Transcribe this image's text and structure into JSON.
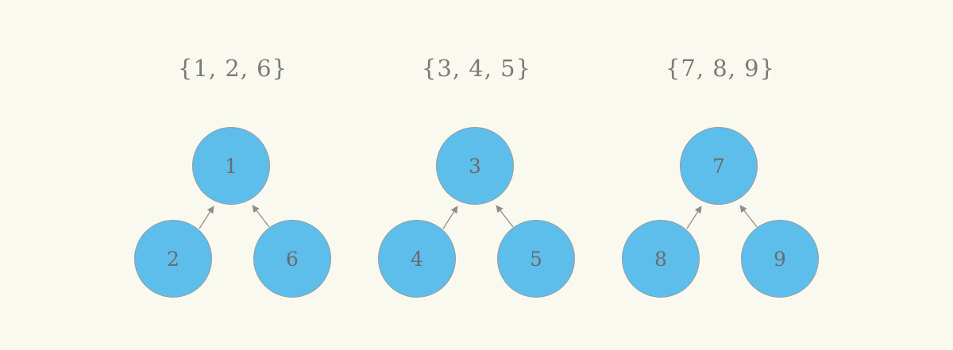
{
  "colors": {
    "background": "#f9f9ef",
    "node_fill": "#5dbeec",
    "node_stroke": "#9a9a9a",
    "text": "#7a7a7a",
    "edge": "#8e8e8e"
  },
  "groups": [
    {
      "label": "{1,  2,  6}",
      "root": "1",
      "children": [
        "2",
        "6"
      ]
    },
    {
      "label": "{3,  4,  5}",
      "root": "3",
      "children": [
        "4",
        "5"
      ]
    },
    {
      "label": "{7,  8,  9}",
      "root": "7",
      "children": [
        "8",
        "9"
      ]
    }
  ]
}
